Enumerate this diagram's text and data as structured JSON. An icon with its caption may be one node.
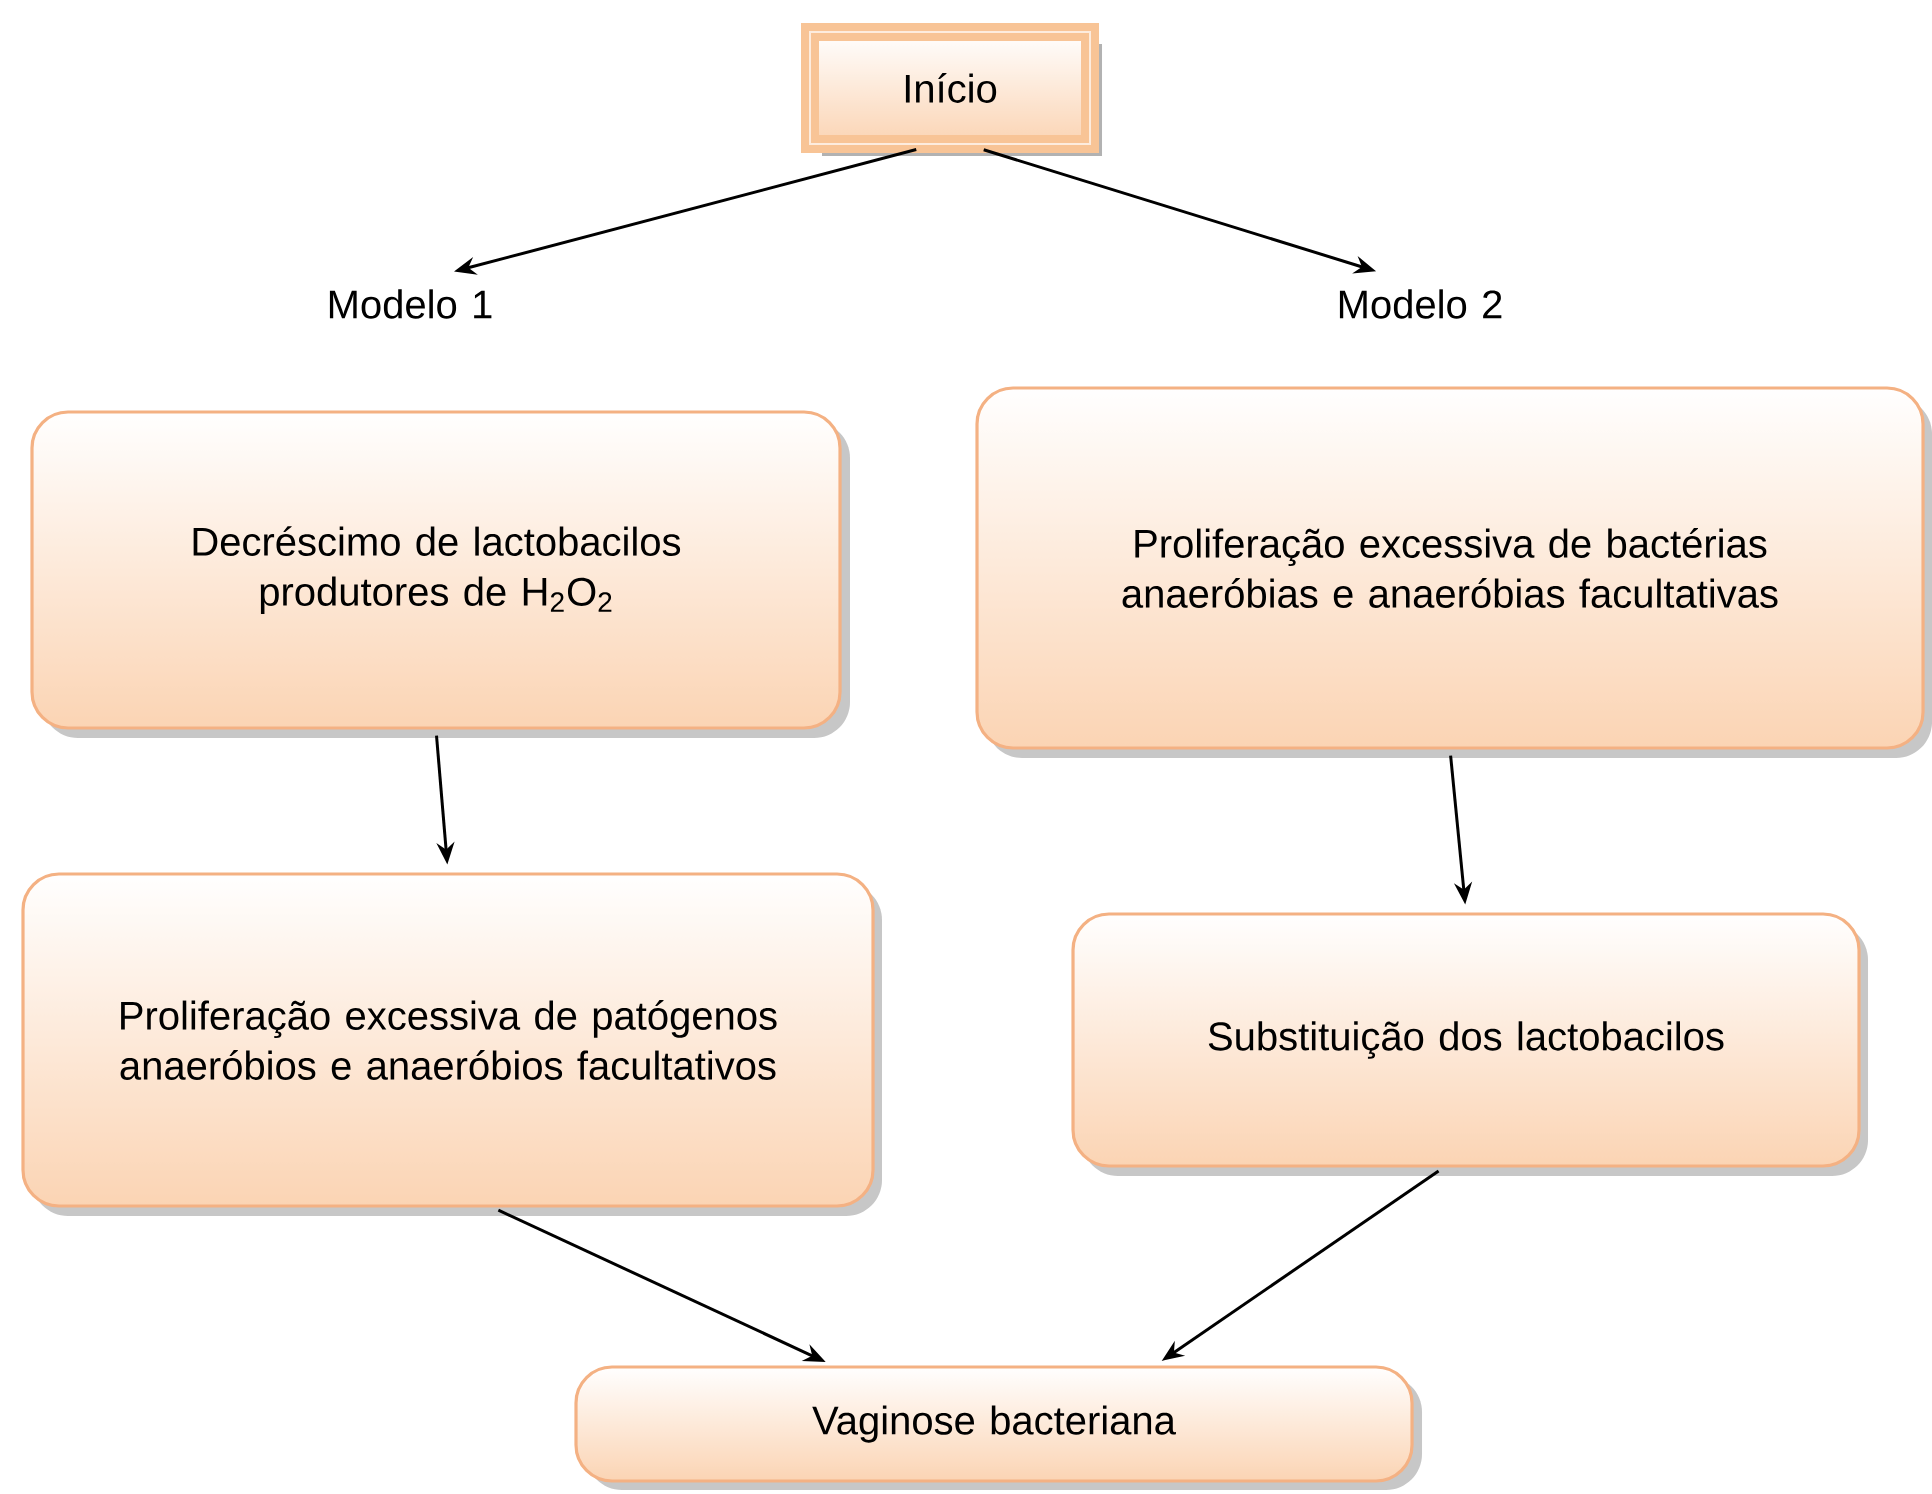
{
  "diagram": {
    "nodes": [
      {
        "text": [
          "Início"
        ]
      },
      {
        "text": [
          "Modelo 1"
        ]
      },
      {
        "text": [
          "Modelo 2"
        ]
      },
      {
        "text": [
          "Decréscimo de lactobacilos produtores de H$_{2}$O$_{2}$"
        ]
      },
      {
        "text": [
          "Proliferação excessiva de bactérias anaeróbias e anaeróbias facultativas"
        ]
      },
      {
        "text": [
          "Proliferação excessiva de patógenos anaeróbios e anaeróbios facultativos"
        ]
      },
      {
        "text": [
          "Substituição dos lactobacilos"
        ]
      },
      {
        "text": [
          "Vaginose bacteriana"
        ]
      }
    ],
    "edges": [
      {
        "from": 0,
        "to": 1,
        "arrow": "to"
      },
      {
        "from": 0,
        "to": 2,
        "arrow": "to"
      },
      {
        "from": 3,
        "to": 5,
        "arrow": "to"
      },
      {
        "from": 4,
        "to": 6,
        "arrow": "to"
      },
      {
        "from": 5,
        "to": 7,
        "arrow": "to"
      },
      {
        "from": 6,
        "to": 7,
        "arrow": "to"
      }
    ]
  }
}
